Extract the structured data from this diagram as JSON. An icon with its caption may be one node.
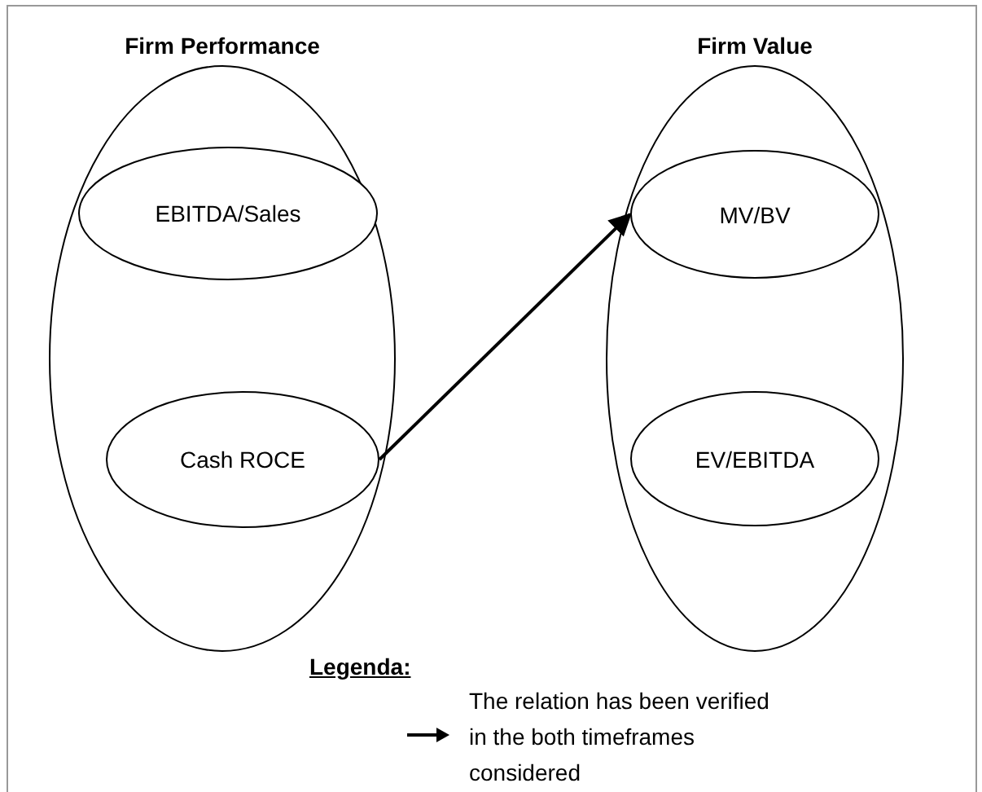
{
  "diagram": {
    "nodes": [
      {
        "text": [
          "Firm Performance"
        ]
      },
      {
        "text": [
          "EBITDA/Sales"
        ],
        "in": 0
      },
      {
        "text": [
          "Cash ROCE"
        ],
        "in": 0
      },
      {
        "text": [
          "Firm Value"
        ]
      },
      {
        "text": [
          "MV/BV"
        ],
        "in": 3
      },
      {
        "text": [
          "EV/EBITDA"
        ],
        "in": 3
      }
    ],
    "edges": [
      {
        "from": 2,
        "to": 4,
        "arrow": "to"
      }
    ],
    "labels": [
      "Legenda:"
    ],
    "legend": [
      {
        "text": "The relation has been verified in the both timeframes considered"
      }
    ]
  }
}
